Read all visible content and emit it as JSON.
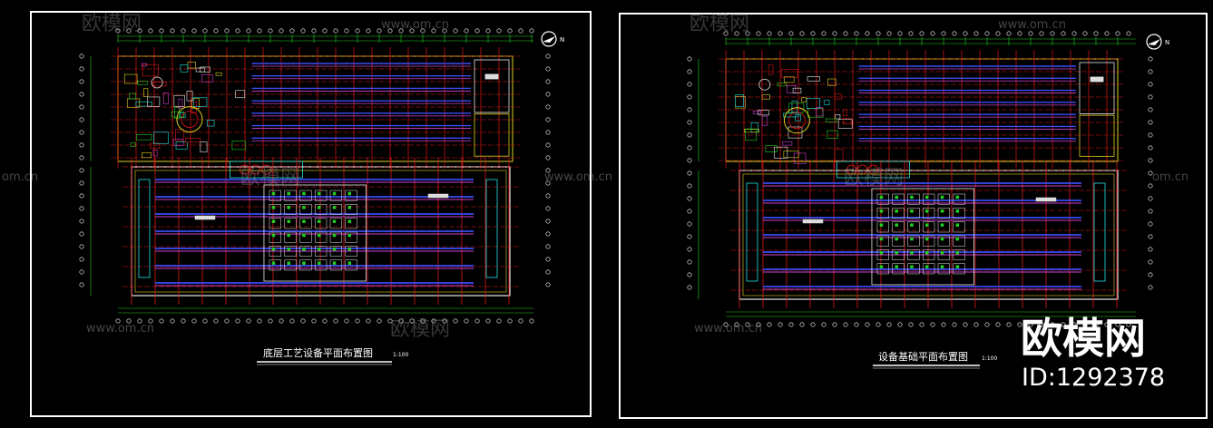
{
  "drawings": [
    {
      "title": "底层工艺设备平面布置图",
      "scale": "1:100"
    },
    {
      "title": "设备基础平面布置图",
      "scale": "1:100"
    }
  ],
  "watermark": {
    "brand": "欧模网",
    "url": "www.om.cn",
    "url_short": "om.cn"
  },
  "brand_corner": {
    "name": "欧模网",
    "id": "ID:1292378"
  },
  "colors": {
    "background": "#000000",
    "frame": "#ffffff",
    "grid_red": "#e01818",
    "pipe_blue": "#3a4cf0",
    "pipe_magenta": "#d040d0",
    "cyan": "#20e0e0",
    "green": "#20d020",
    "yellow": "#e0d020",
    "equipment_white": "#e8e8e8"
  }
}
